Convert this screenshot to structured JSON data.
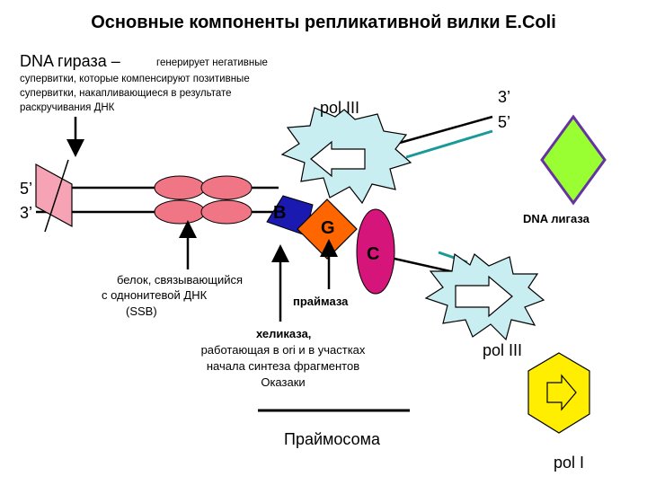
{
  "title": "Основные компоненты репликативной вилки E.Coli",
  "gyrase": {
    "label": "DNA гираза –",
    "description_lines": [
      "генерирует негативные",
      "супервитки, которые компенсируют позитивные",
      "супервитки, накапливающиеся в результате",
      "раскручивания ДНК"
    ]
  },
  "ends": {
    "left_top": "5’",
    "left_bottom": "3’",
    "right_top": "3’",
    "right_bottom": "5’"
  },
  "pol3_top": "pol III",
  "pol3_bottom": "pol III",
  "pol1": "pol I",
  "ligase": "DNA лигаза",
  "letters": {
    "b": "B",
    "g": "G",
    "c": "C"
  },
  "ssb": {
    "lines": [
      "белок, связывающийся",
      "с однонитевой ДНК",
      "(SSB)"
    ]
  },
  "primase": "праймаза",
  "helicase": {
    "lines": [
      "хеликаза,",
      "работающая в ori и в участках",
      "начала синтеза фрагментов",
      "Оказаки"
    ]
  },
  "primosome": "Праймосома",
  "colors": {
    "gyrase": "#f5a3b5",
    "ssb": "#f07585",
    "pol3": "#c9eef2",
    "b": "#1a1ab0",
    "g": "#ff6600",
    "c": "#d6157a",
    "ligase": "#99ff33",
    "ligase_border": "#6633a0",
    "pol1": "#ffee00",
    "strand": "#000000",
    "primer": "#1a9999"
  }
}
